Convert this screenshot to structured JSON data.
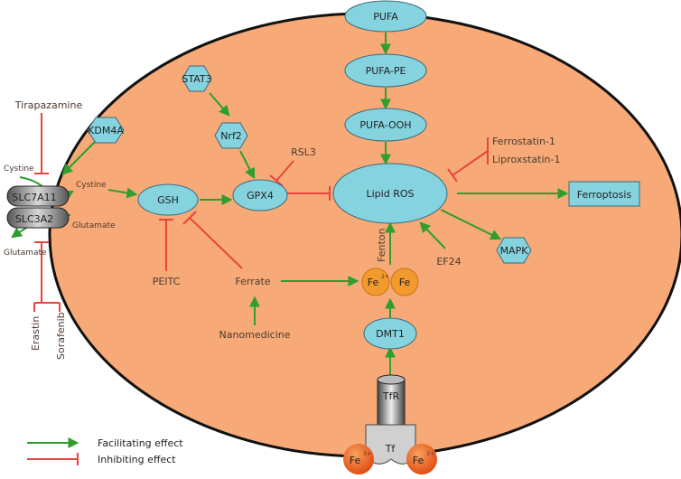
{
  "colors": {
    "cell": "#f7aa77",
    "node": "#86d3e0",
    "iron": "#f39a2e",
    "iron_outside": "#e8551e",
    "facilitate": "#2e9e2e",
    "inhibit": "#e8453c"
  },
  "nodes": {
    "pufa": "PUFA",
    "pufa_pe": "PUFA-PE",
    "pufa_ooh": "PUFA-OOH",
    "lipid_ros": "Lipid ROS",
    "stat3": "STAT3",
    "nrf2": "Nrf2",
    "kdm4a": "KDM4A",
    "gsh": "GSH",
    "gpx4": "GPX4",
    "ferroptosis": "Ferroptosis",
    "mapk": "MAPK",
    "dmt1": "DMT1",
    "fe_left": "Fe",
    "fe_right": "Fe",
    "slc7a11": "SLC7A11",
    "slc3a2": "SLC3A2",
    "tfr": "TfR",
    "tf": "Tf",
    "fe_out_left": "Fe",
    "fe_out_right": "Fe",
    "fe_charge": "3+",
    "fe_charge_left": "2+"
  },
  "labels": {
    "tirapazamine": "Tirapazamine",
    "cystine_out": "Cystine",
    "cystine_in": "Cystine",
    "glutamate_in": "Glutamate",
    "glutamate_out": "Glutamate",
    "erastin": "Erastin",
    "sorafenib": "Sorafenib",
    "rsl3": "RSL3",
    "ferrostatin": "Ferrostatin-1",
    "liproxstatin": "Liproxstatin-1",
    "peitc": "PEITC",
    "ferrate": "Ferrate",
    "nanomedicine": "Nanomedicine",
    "ef24": "EF24",
    "fenton": "Fenton"
  },
  "legend": {
    "facilitating": "Facilitating effect",
    "inhibiting": "Inhibiting effect"
  }
}
